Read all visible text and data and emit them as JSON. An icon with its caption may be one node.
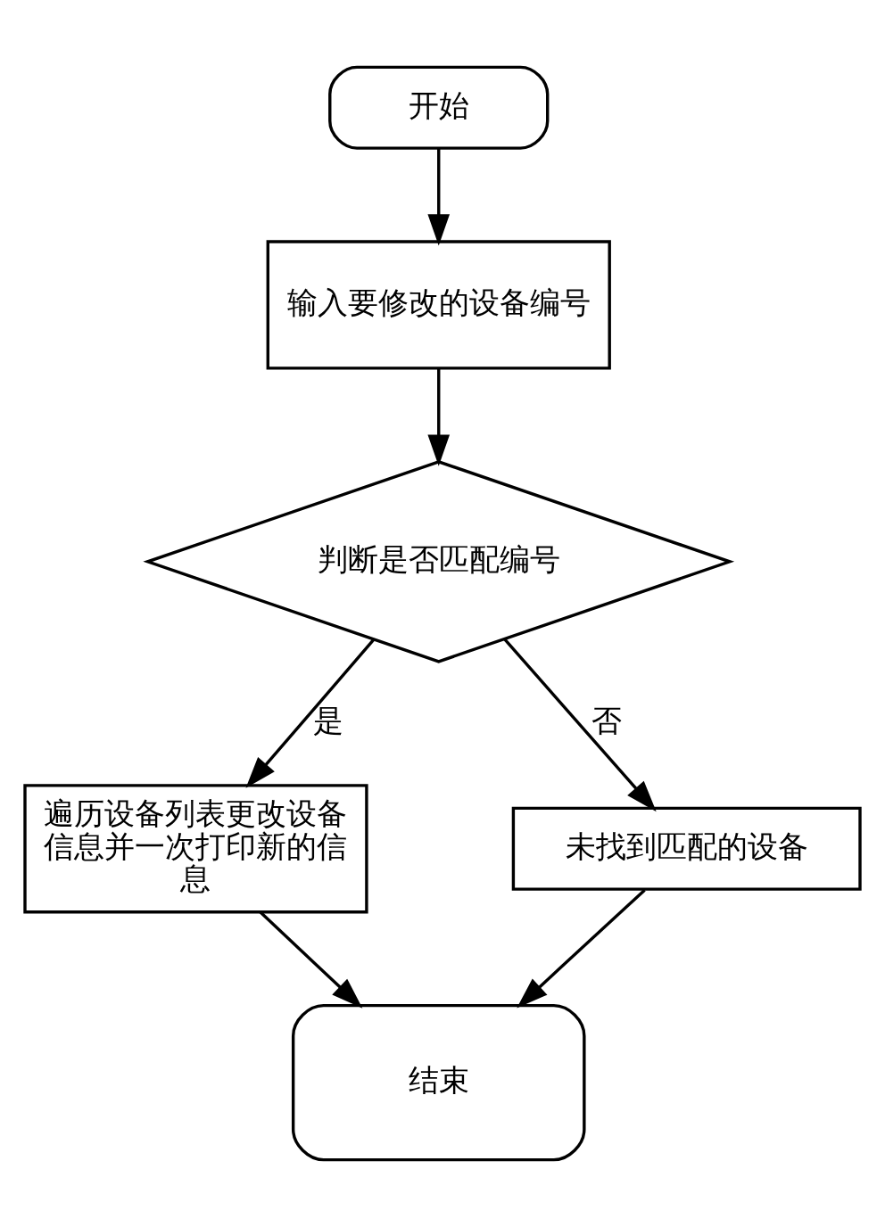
{
  "diagram": {
    "nodes": [
      {
        "text": [
          "开始"
        ]
      },
      {
        "text": [
          "输入要修改的设备编号"
        ]
      },
      {
        "text": [
          "判断是否匹配编号"
        ]
      },
      {
        "text": [
          "遍历设备列表更改设备信息并一次打印新的信息"
        ]
      },
      {
        "text": [
          "未找到匹配的设备"
        ]
      },
      {
        "text": [
          "结束"
        ]
      }
    ],
    "edges": [
      {
        "from": 0,
        "to": 1,
        "arrow": "to"
      },
      {
        "from": 1,
        "to": 2,
        "arrow": "to"
      },
      {
        "from": 2,
        "to": 3,
        "arrow": "to",
        "label": "是"
      },
      {
        "from": 2,
        "to": 4,
        "arrow": "to",
        "label": "否"
      },
      {
        "from": 3,
        "to": 5,
        "arrow": "to"
      },
      {
        "from": 4,
        "to": 5,
        "arrow": "to"
      }
    ]
  }
}
